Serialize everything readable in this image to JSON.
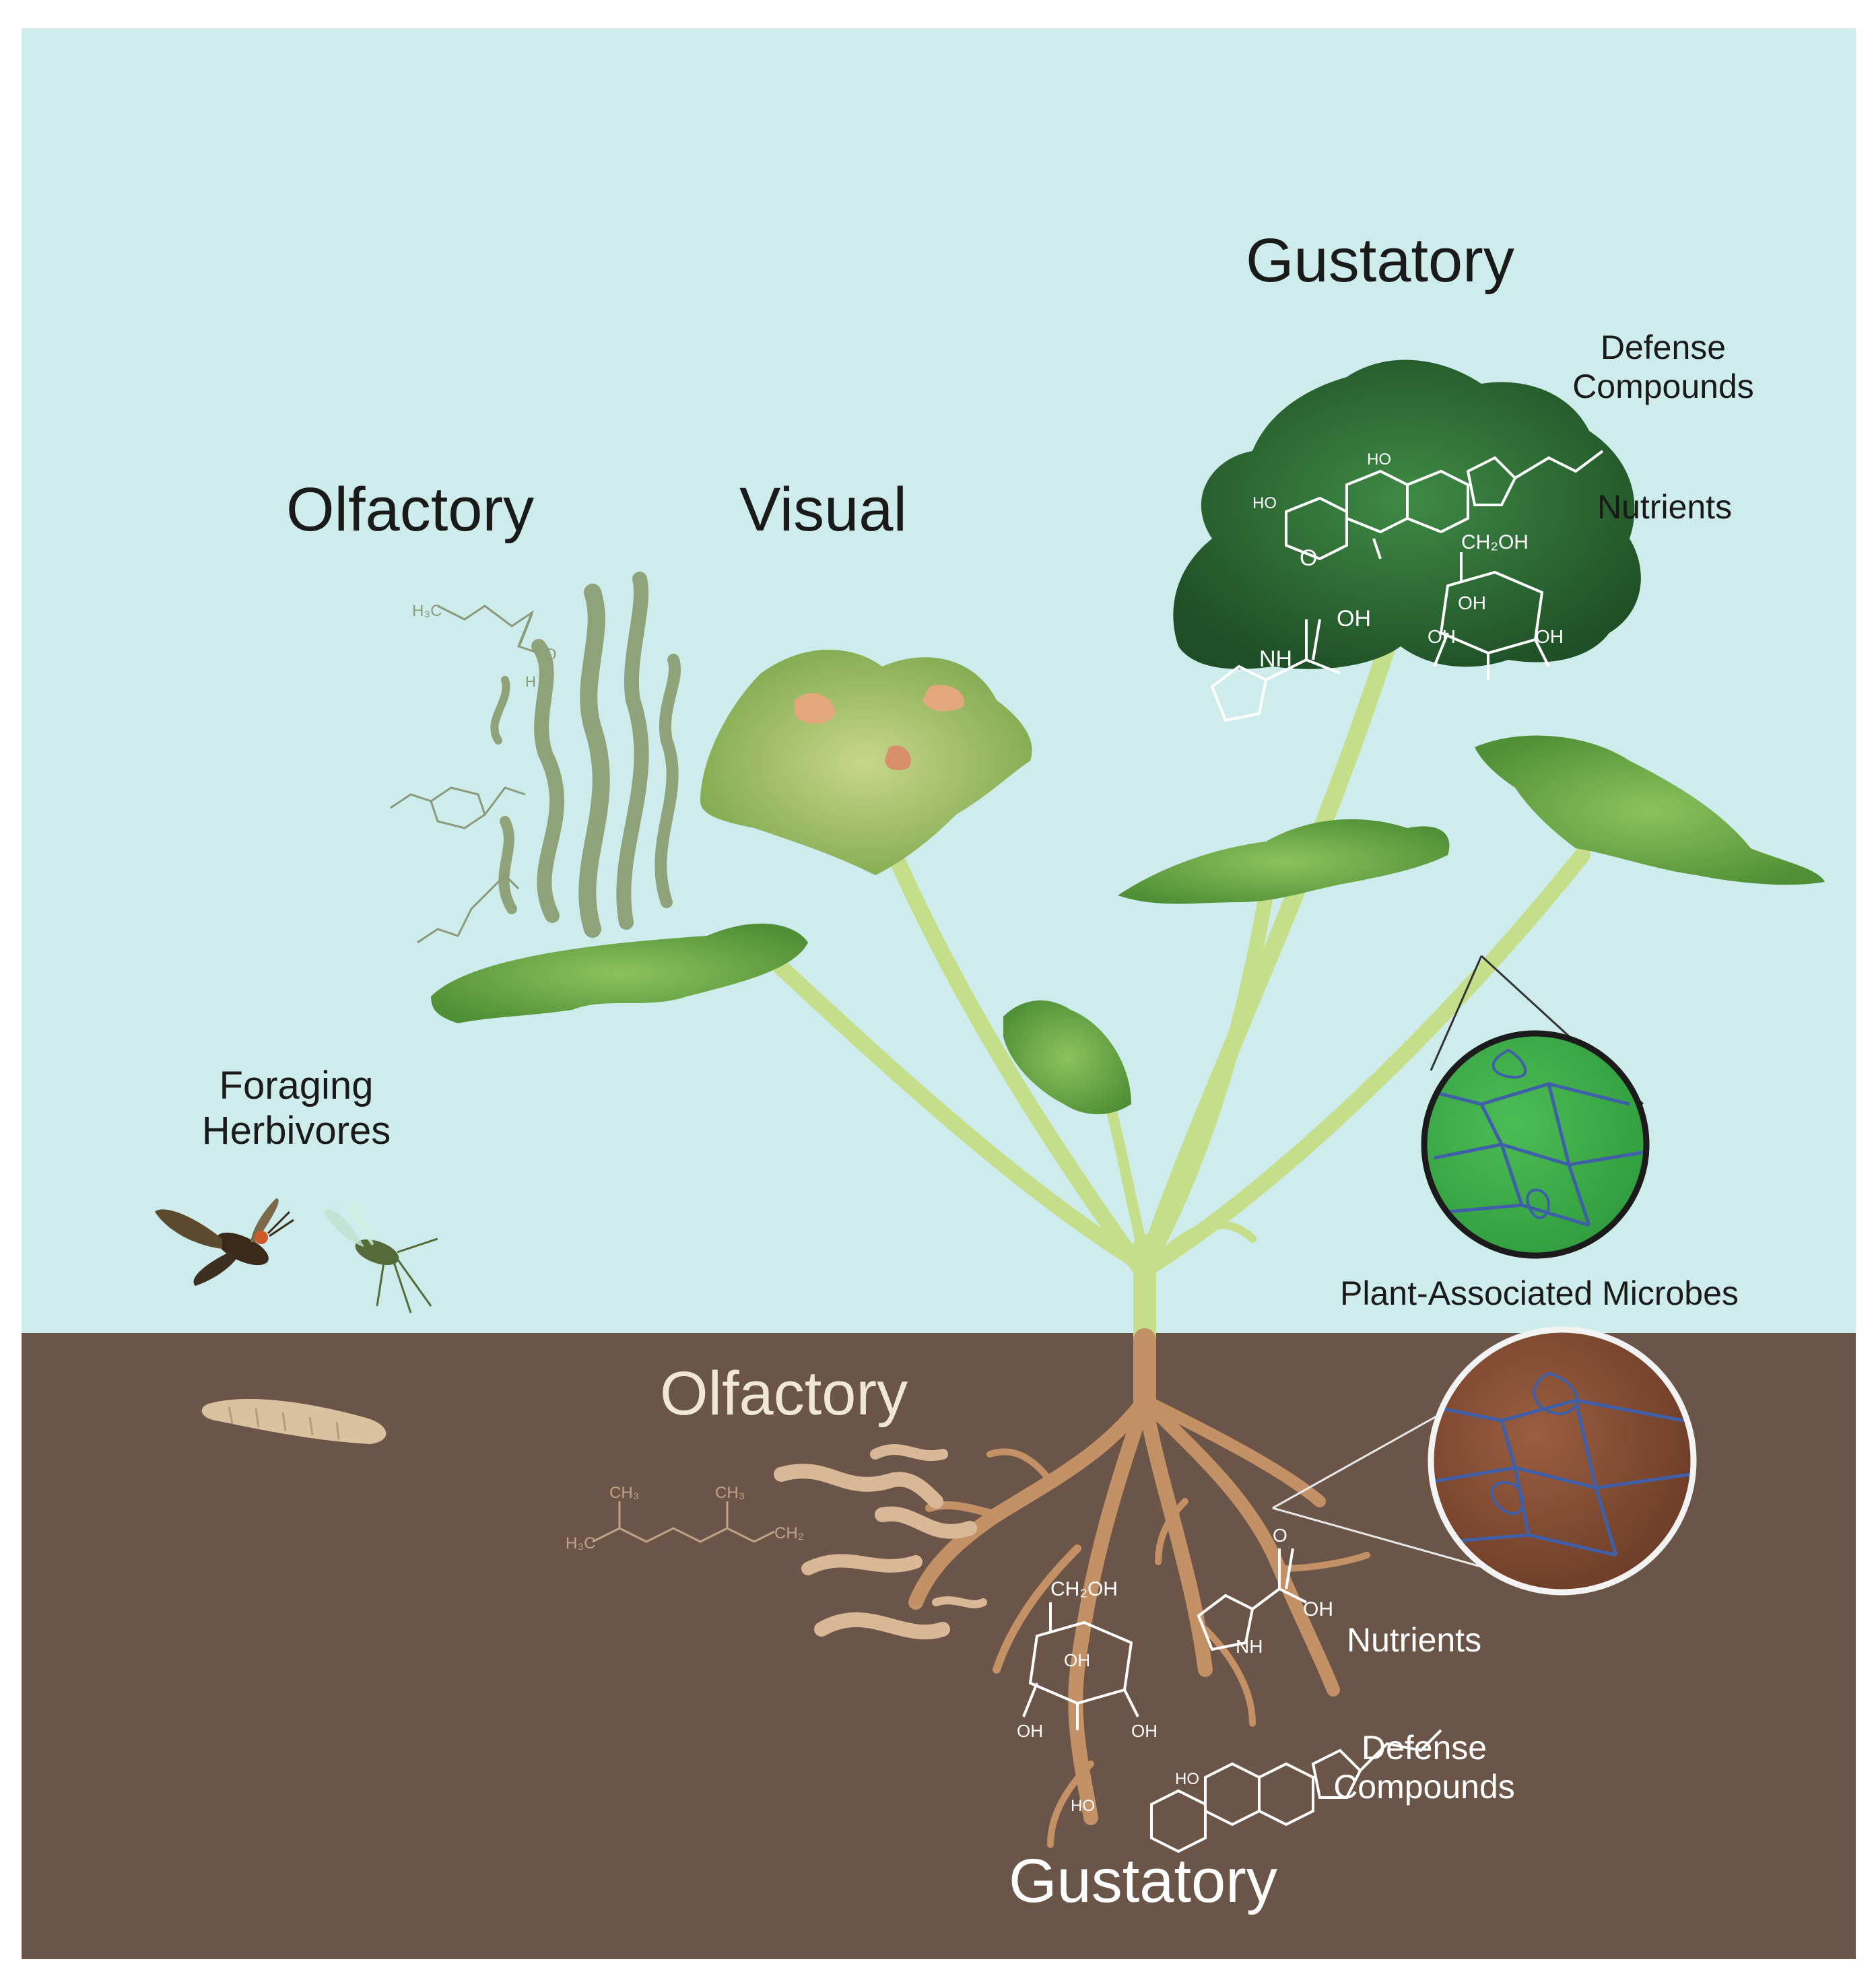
{
  "labels": {
    "above_olfactory": "Olfactory",
    "above_visual": "Visual",
    "above_gustatory": "Gustatory",
    "leaf_defense": [
      "Defense",
      "Compounds"
    ],
    "leaf_nutrients": "Nutrients",
    "foraging": [
      "Foraging",
      "Herbivores"
    ],
    "microbes": "Plant-Associated Microbes",
    "below_olfactory": "Olfactory",
    "root_nutrients": "Nutrients",
    "root_defense": [
      "Defense",
      "Compounds"
    ],
    "below_gustatory": "Gustatory"
  },
  "chem_text": {
    "leaf_ch2oh": "CH₂OH",
    "leaf_oh": [
      "OH",
      "OH",
      "OH",
      "OH"
    ],
    "leaf_nh": "NH",
    "leaf_o": "O",
    "leaf_ho": [
      "HO",
      "HO"
    ],
    "aldehyde_h3c": "H₃C",
    "aldehyde_o": "O",
    "aldehyde_h": "H",
    "root_ch2oh": "CH₂OH",
    "root_oh": [
      "OH",
      "OH",
      "OH",
      "OH"
    ],
    "root_nh": "NH",
    "root_o": "O",
    "terpene_ch3": [
      "CH₃",
      "CH₃"
    ],
    "terpene_h3c": "H₃C",
    "terpene_ch2": "CH₂",
    "root_ho": [
      "HO",
      "HO"
    ]
  },
  "colors": {
    "sky": "#cdeceb",
    "soil": "#6b5548",
    "stem": "#c2dc86",
    "leaf_dark": "#2f6b35",
    "leaf_light": "#6fae4c",
    "root": "#c49066",
    "odor_above": "#8fa37a",
    "odor_below": "#d8b896",
    "microbe_green": "#3aa84a",
    "microbe_brown": "#7a4a34",
    "hyphae": "#3f5fa8"
  },
  "icons": [
    "moth-icon",
    "aphid-icon",
    "larva-icon"
  ]
}
